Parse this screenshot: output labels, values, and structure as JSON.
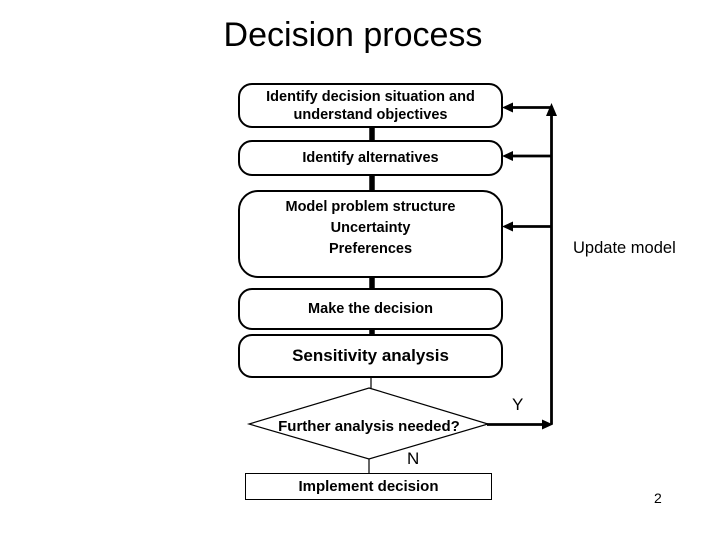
{
  "slide": {
    "title": "Decision process",
    "page_number": "2"
  },
  "flowchart": {
    "boxes": [
      {
        "name": "identify-situation",
        "lines": [
          "Identify decision situation and",
          "understand objectives"
        ]
      },
      {
        "name": "identify-alternatives",
        "lines": [
          "Identify alternatives"
        ]
      },
      {
        "name": "model-problem",
        "lines": [
          "Model problem structure",
          "Uncertainty",
          "Preferences"
        ]
      },
      {
        "name": "make-decision",
        "lines": [
          "Make the decision"
        ]
      },
      {
        "name": "sensitivity-analysis",
        "lines": [
          "Sensitivity analysis"
        ]
      },
      {
        "name": "implement-decision",
        "lines": [
          "Implement decision"
        ]
      }
    ],
    "decision": {
      "label": "Further analysis needed?",
      "yes_label": "Y",
      "no_label": "N"
    },
    "side_label": "Update model",
    "colors": {
      "line": "#000000",
      "shape_fill": "#ffffff",
      "text": "#000000",
      "background": "#ffffff"
    }
  }
}
